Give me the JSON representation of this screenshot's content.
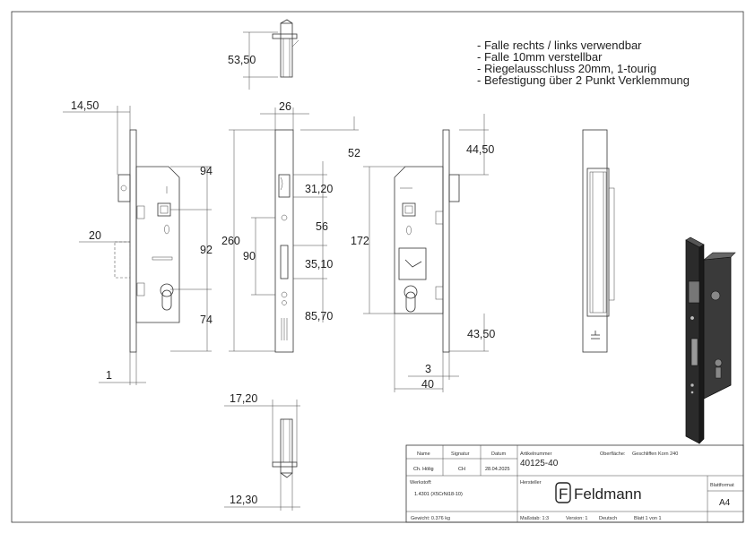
{
  "notes": [
    "- Falle rechts / links verwendbar",
    "- Falle 10mm verstellbar",
    "- Riegelausschluss 20mm, 1-tourig",
    "- Befestigung über 2 Punkt Verklemmung"
  ],
  "dimensions": {
    "top_view_height": "53,50",
    "backset_front": "14,50",
    "face_width": "26",
    "bolt_offset": "52",
    "dim_94": "94",
    "dim_92": "92",
    "dim_74": "74",
    "dim_20": "20",
    "dim_1": "1",
    "total_height": "260",
    "dim_90": "90",
    "dim_31_20": "31,20",
    "dim_56": "56",
    "dim_35_10": "35,10",
    "dim_85_70": "85,70",
    "dim_44_50": "44,50",
    "dim_172": "172",
    "dim_43_50": "43,50",
    "dim_3": "3",
    "dim_40": "40",
    "bottom_width": "17,20",
    "bottom_height": "12,30"
  },
  "title_block": {
    "h_name": "Name",
    "h_signatur": "Signatur",
    "h_datum": "Datum",
    "v_name": "Ch. Hölig",
    "v_signatur": "CH",
    "v_datum": "28.04.2025",
    "article_label": "Artikelnummer",
    "article_value": "40125-40",
    "surface_label": "Oberfläche:",
    "surface_value": "Geschliffen Korn 240",
    "material_label": "Werkstoff:",
    "material_value": "1.4301 (X5CrNi18-10)",
    "manufacturer_label": "Hersteller",
    "logo_mark": "F",
    "logo_text": "Feldmann",
    "format_label": "Blattformat",
    "format_value": "A4",
    "weight": "Gewicht: 0.376 kg",
    "scale": "Maßstab: 1:3",
    "version": "Version: 1",
    "language": "Deutsch",
    "sheet": "Blatt 1 von 1"
  }
}
